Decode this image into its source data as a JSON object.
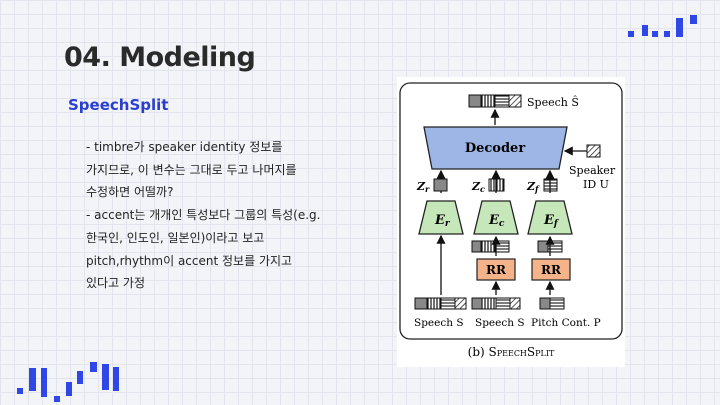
{
  "slide": {
    "title": "04. Modeling",
    "section": "SpeechSplit",
    "bullets": [
      "- timbre가 speaker identity 정보를",
      "가지므로, 이 변수는 그대로 두고 나머지를",
      "수정하면 어떨까?",
      "- accent는 개개인 특성보다 그룹의 특성(e.g.",
      "한국인, 인도인, 일본인)이라고 보고",
      "pitch,rhythm이 accent 정보를 가지고",
      "있다고 가정"
    ]
  },
  "figure": {
    "output_label": "Speech Ŝ",
    "decoder_label": "Decoder",
    "speaker_label": "Speaker",
    "speaker_id": "ID U",
    "codes": [
      "Z",
      "Z",
      "Z"
    ],
    "code_subs": [
      "r",
      "c",
      "f"
    ],
    "encoders": [
      "E",
      "E",
      "E"
    ],
    "encoder_subs": [
      "r",
      "c",
      "f"
    ],
    "rr_labels": [
      "RR",
      "RR"
    ],
    "inputs": [
      "Speech S",
      "Speech S",
      "Pitch Cont. P"
    ],
    "caption_prefix": "(b) ",
    "caption_name": "SpeechSplit",
    "colors": {
      "decoder": "#9db6e6",
      "encoder": "#c6e7b9",
      "rr": "#f5b38a"
    }
  },
  "theme": {
    "accent": "#2f47e6",
    "title_color": "#2a2a2a",
    "section_color": "#2a3ed0"
  }
}
